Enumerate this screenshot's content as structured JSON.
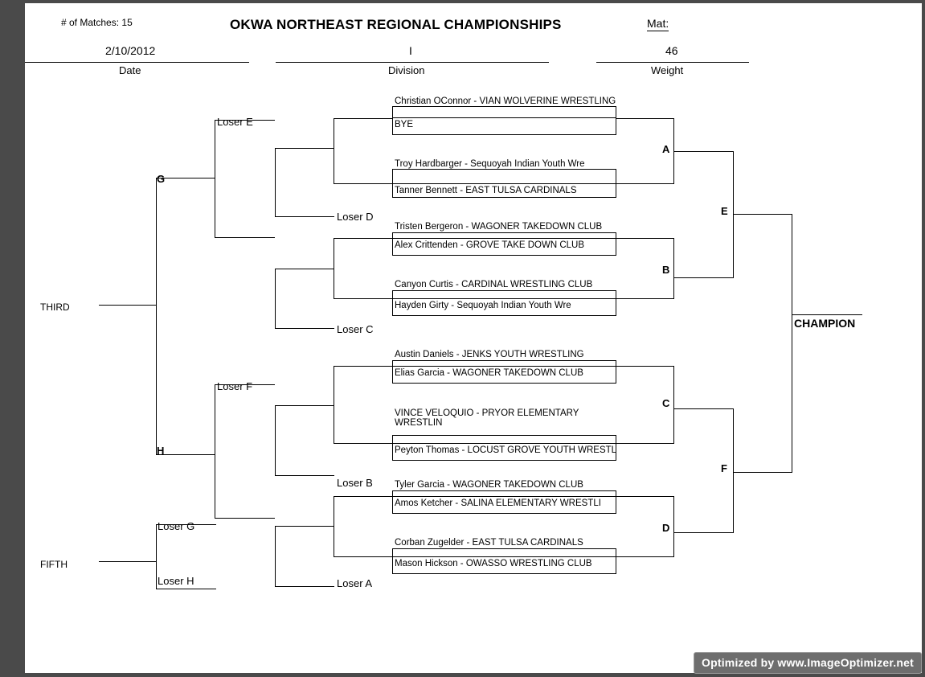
{
  "header": {
    "matches_label": "# of Matches:",
    "matches_count": "15",
    "title": "OKWA NORTHEAST REGIONAL CHAMPIONSHIPS",
    "mat_label": "Mat:",
    "date_value": "2/10/2012",
    "date_caption": "Date",
    "division_value": "I",
    "division_caption": "Division",
    "weight_value": "46",
    "weight_caption": "Weight"
  },
  "bracket": {
    "matches": [
      {
        "id": "match-1",
        "top": "Christian OConnor - VIAN WOLVERINE WRESTLING",
        "bottom": "BYE"
      },
      {
        "id": "match-2",
        "top": "Troy Hardbarger - Sequoyah Indian Youth Wre",
        "bottom": "Tanner Bennett - EAST TULSA CARDINALS"
      },
      {
        "id": "match-3",
        "top": "Tristen Bergeron - WAGONER TAKEDOWN CLUB",
        "bottom": "Alex Crittenden - GROVE TAKE DOWN CLUB"
      },
      {
        "id": "match-4",
        "top": "Canyon Curtis - CARDINAL WRESTLING CLUB",
        "bottom": "Hayden Girty - Sequoyah Indian Youth Wre"
      },
      {
        "id": "match-5",
        "top": "Austin Daniels - JENKS YOUTH WRESTLING",
        "bottom": "Elias Garcia - WAGONER TAKEDOWN CLUB"
      },
      {
        "id": "match-6",
        "top": "VINCE VELOQUIO - PRYOR ELEMENTARY WRESTLIN",
        "bottom": "Peyton Thomas - LOCUST GROVE YOUTH WRESTL"
      },
      {
        "id": "match-7",
        "top": "Tyler Garcia - WAGONER TAKEDOWN CLUB",
        "bottom": "Amos Ketcher - SALINA ELEMENTARY WRESTLI"
      },
      {
        "id": "match-8",
        "top": "Corban Zugelder - EAST TULSA CARDINALS",
        "bottom": "Mason Hickson - OWASSO WRESTLING CLUB"
      }
    ],
    "slots": {
      "a": "A",
      "b": "B",
      "c": "C",
      "d": "D",
      "e": "E",
      "f": "F",
      "g": "G",
      "h": "H"
    },
    "losers": {
      "a": "Loser A",
      "b": "Loser B",
      "c": "Loser C",
      "d": "Loser D",
      "e": "Loser E",
      "f": "Loser F",
      "g": "Loser G",
      "h": "Loser H"
    },
    "placements": {
      "champion": "CHAMPION",
      "third": "THIRD",
      "fifth": "FIFTH"
    }
  },
  "watermark": {
    "text": "Optimized by www.ImageOptimizer.net"
  }
}
